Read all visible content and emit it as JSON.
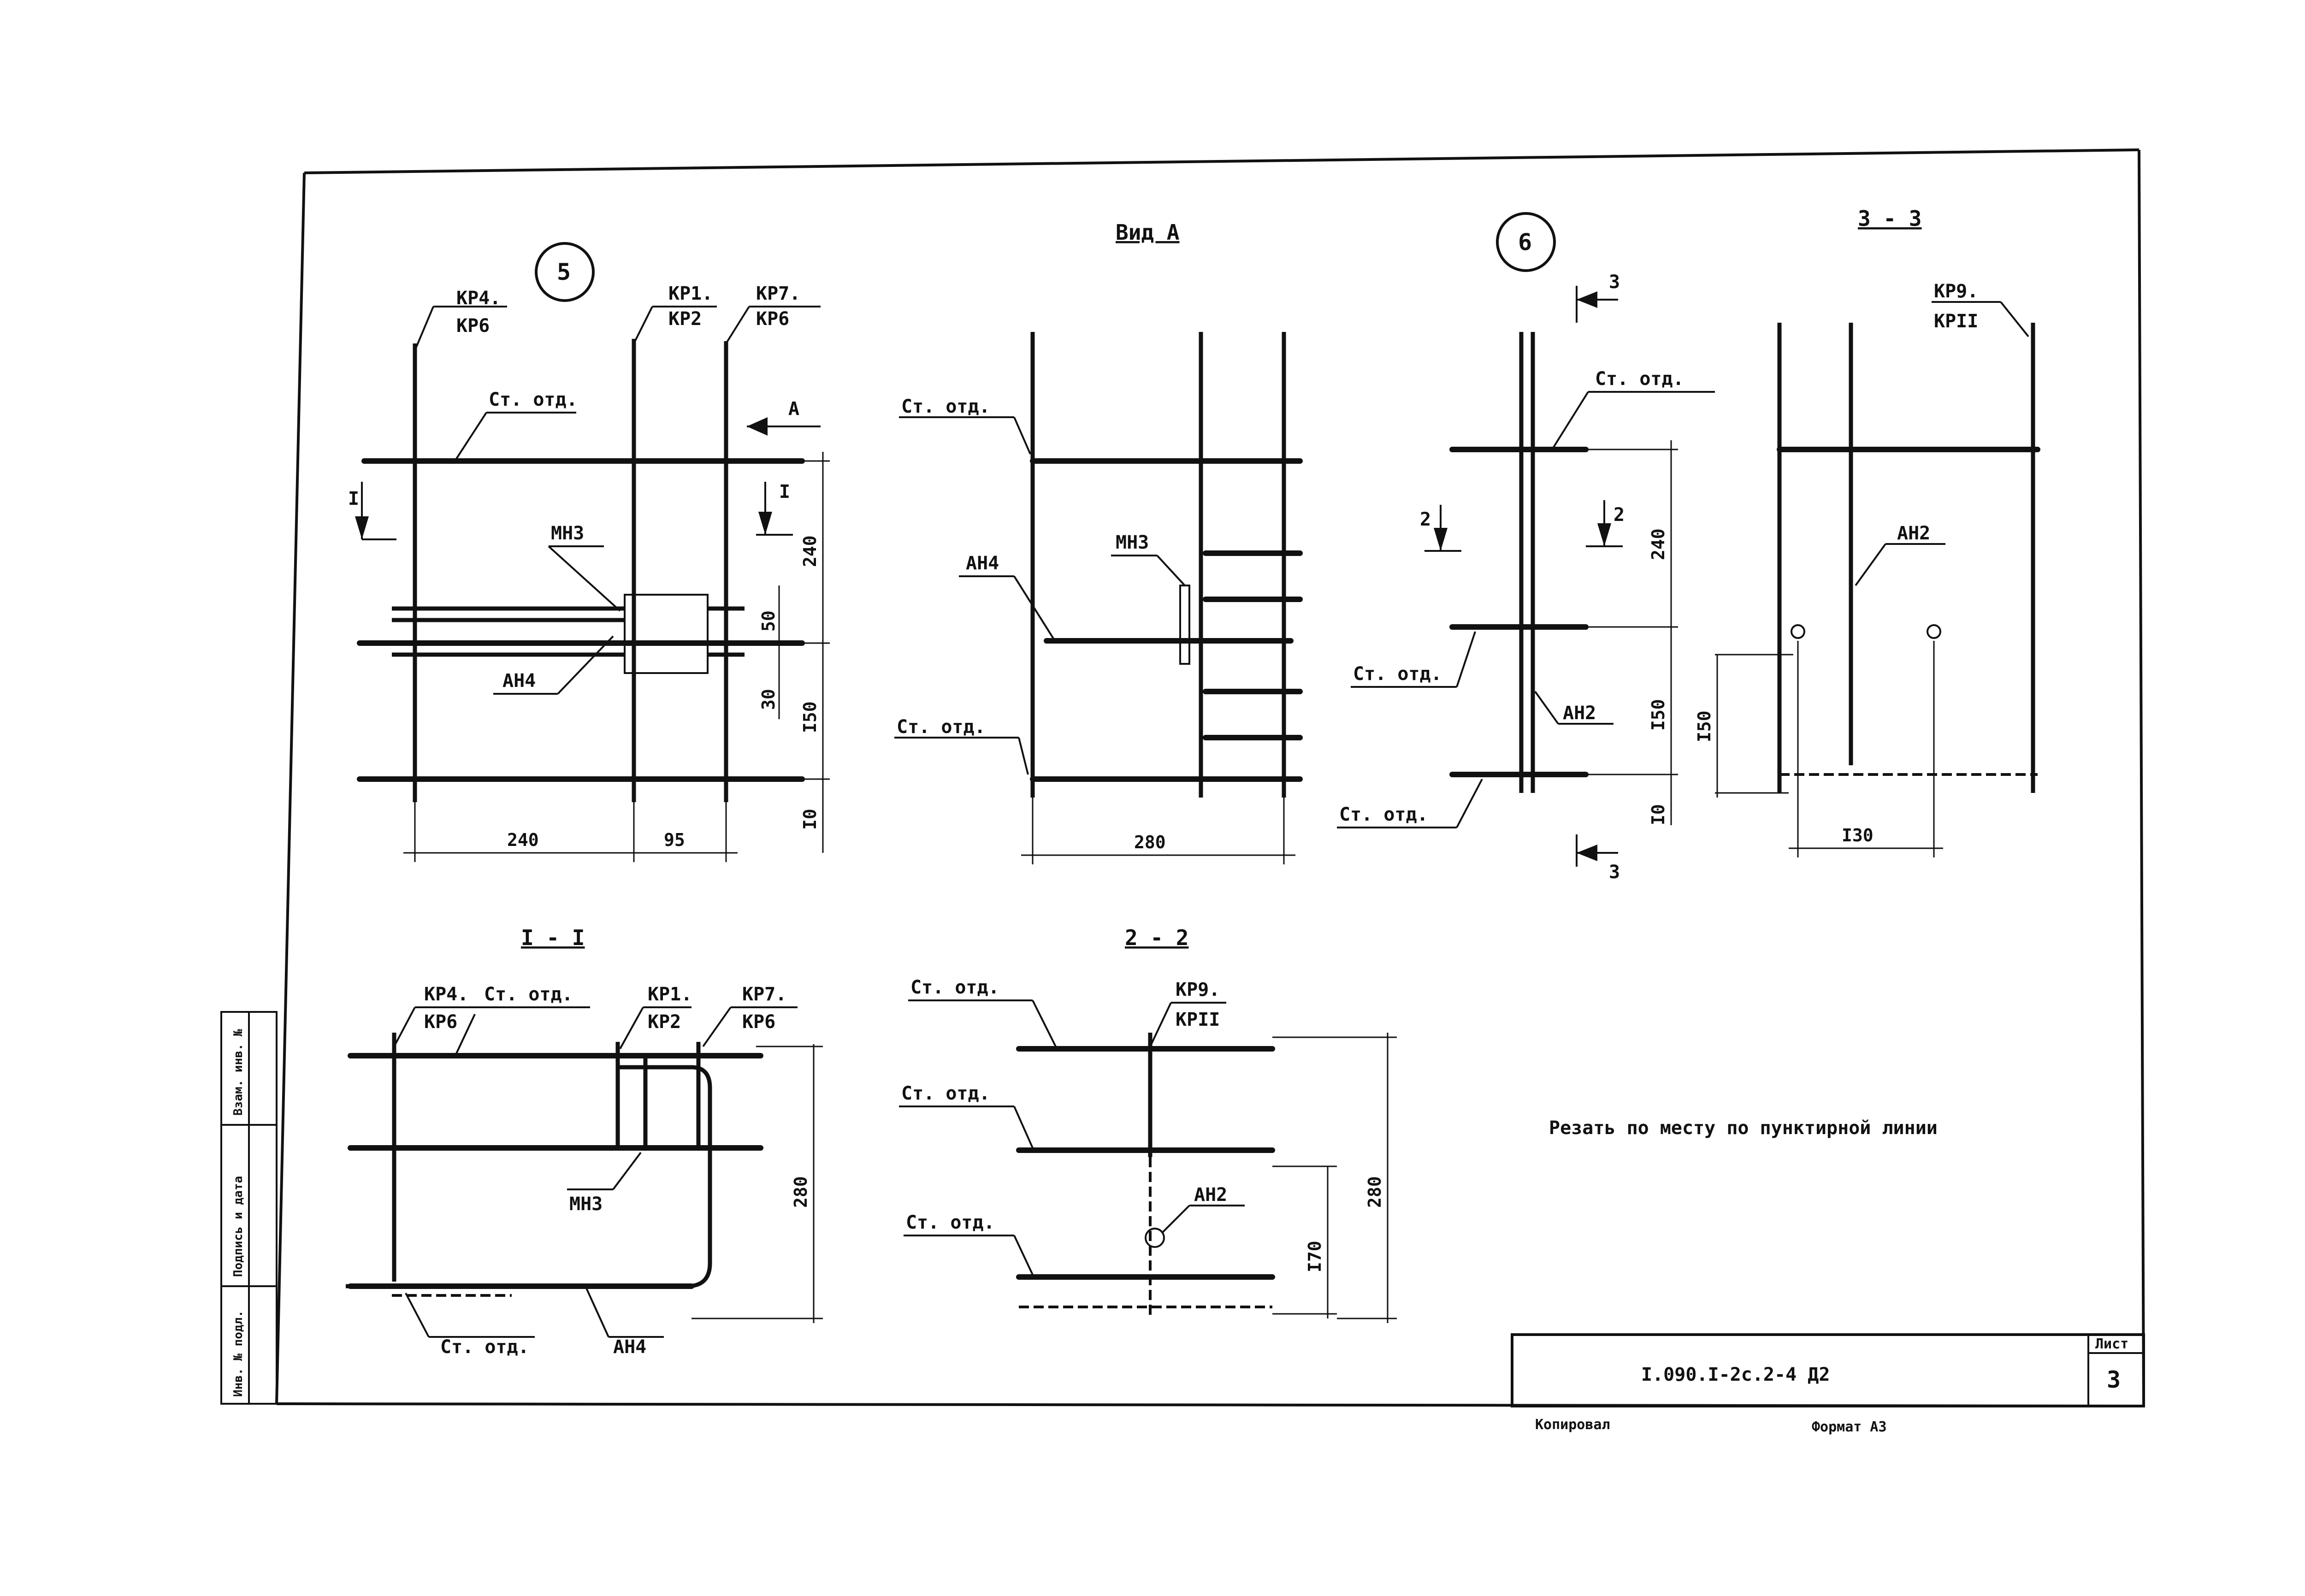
{
  "sheet": {
    "code": "I.090.I-2c.2-4 Д2",
    "sheet_label": "Лист",
    "sheet_number": "3",
    "copied": "Копировал",
    "format": "Формат А3",
    "note": "Резать по месту по пунктирной линии",
    "stamp": [
      "Инв. № подл.",
      "Подпись и дата",
      "Взам. инв. №"
    ]
  },
  "view5": {
    "marker": "5",
    "lbl_tl_top": "КР4.",
    "lbl_tl_bot": "КР6",
    "lbl_mid_top": "КР1.",
    "lbl_mid_bot": "КР2",
    "lbl_tr_top": "КР7.",
    "lbl_tr_bot": "КР6",
    "st_otd": "Ст. отд.",
    "arrow_a": "А",
    "cut_left": "I",
    "cut_right": "I",
    "mn3": "МН3",
    "an4": "АН4",
    "dims": {
      "d240v": "240",
      "d50": "50",
      "d30": "30",
      "d150": "I50",
      "d10": "I0",
      "d240h": "240",
      "d95": "95"
    }
  },
  "view_a": {
    "title": "Вид А",
    "st_otd_top": "Ст. отд.",
    "st_otd_bot": "Ст. отд.",
    "an4": "АН4",
    "mn3": "МН3",
    "d280": "280"
  },
  "view6": {
    "marker": "6",
    "cut3_top": "3",
    "cut3_bot": "3",
    "cut2_left": "2",
    "cut2_right": "2",
    "st_otd_1": "Ст. отд.",
    "st_otd_2": "Ст. отд.",
    "st_otd_3": "Ст. отд.",
    "an2": "АН2",
    "dims": {
      "d240": "240",
      "d150": "I50",
      "d10": "I0"
    }
  },
  "section33": {
    "title": "3 - 3",
    "kr9": "КР9.",
    "kr11": "КРII",
    "an2": "АН2",
    "d150": "I50",
    "d130": "I30"
  },
  "section11": {
    "title": "I - I",
    "kr4": "КР4.",
    "kr6": "КР6",
    "st_otd": "Ст. отд.",
    "kr1": "КР1.",
    "kr2": "КР2",
    "kr7": "КР7.",
    "kr6b": "КР6",
    "mn3": "МН3",
    "st_otd_bot": "Ст. отд.",
    "an4": "АН4",
    "d280": "280"
  },
  "section22": {
    "title": "2 - 2",
    "st_otd_1": "Ст. отд.",
    "st_otd_2": "Ст. отд.",
    "st_otd_3": "Ст. отд.",
    "kr9": "КР9.",
    "kr11": "КРII",
    "an2": "АН2",
    "d170": "I70",
    "d280": "280"
  }
}
